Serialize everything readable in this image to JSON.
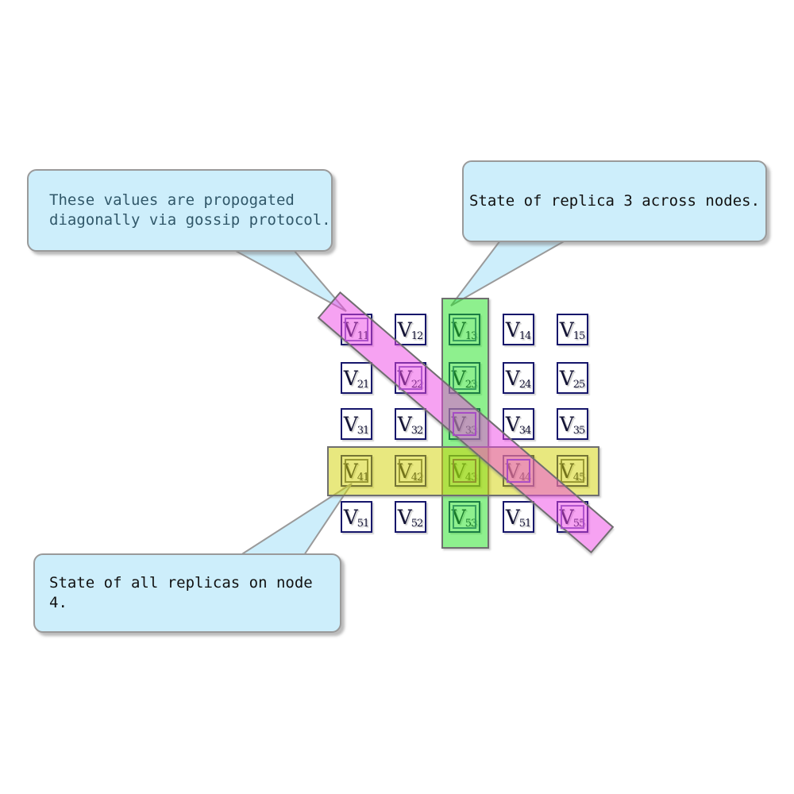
{
  "grid": {
    "base": "V",
    "rows": [
      [
        "11",
        "12",
        "13",
        "14",
        "15"
      ],
      [
        "21",
        "22",
        "23",
        "24",
        "25"
      ],
      [
        "31",
        "32",
        "33",
        "34",
        "35"
      ],
      [
        "41",
        "42",
        "43",
        "44",
        "45"
      ],
      [
        "51",
        "52",
        "53",
        "51",
        "55"
      ]
    ]
  },
  "bands": {
    "replica_column": {
      "name": "replica-3-column-highlight",
      "fill_rgba": "rgba(30,225,30,0.5)",
      "inner": "#2f9659",
      "cells": [
        [
          0,
          2
        ],
        [
          1,
          2
        ],
        [
          2,
          2
        ],
        [
          3,
          2
        ],
        [
          4,
          2
        ]
      ]
    },
    "node_row": {
      "name": "node-4-row-highlight",
      "fill_rgba": "rgba(210,210,0,0.5)",
      "inner": "#90902c",
      "cells": [
        [
          3,
          0
        ],
        [
          3,
          1
        ],
        [
          3,
          2
        ],
        [
          3,
          3
        ],
        [
          3,
          4
        ]
      ]
    },
    "gossip_diagonal": {
      "name": "gossip-diagonal-highlight",
      "fill_rgba": "rgba(237,69,229,0.5)",
      "inner": "#a849c9",
      "cells": [
        [
          0,
          0
        ],
        [
          1,
          1
        ],
        [
          2,
          2
        ],
        [
          3,
          3
        ],
        [
          4,
          4
        ]
      ]
    }
  },
  "callouts": {
    "gossip": {
      "lines": [
        "These values are propogated",
        "diagonally via gossip protocol."
      ]
    },
    "replica": {
      "text": "State of replica 3 across nodes."
    },
    "node": {
      "text": "State of all replicas on node 4."
    }
  },
  "colors": {
    "callout_fill": "#cdeefb",
    "callout_border": "#9a9a9a",
    "gossip_text": "#31586a",
    "cell_border": "#16166b",
    "band_border": "#6f6f6f"
  }
}
